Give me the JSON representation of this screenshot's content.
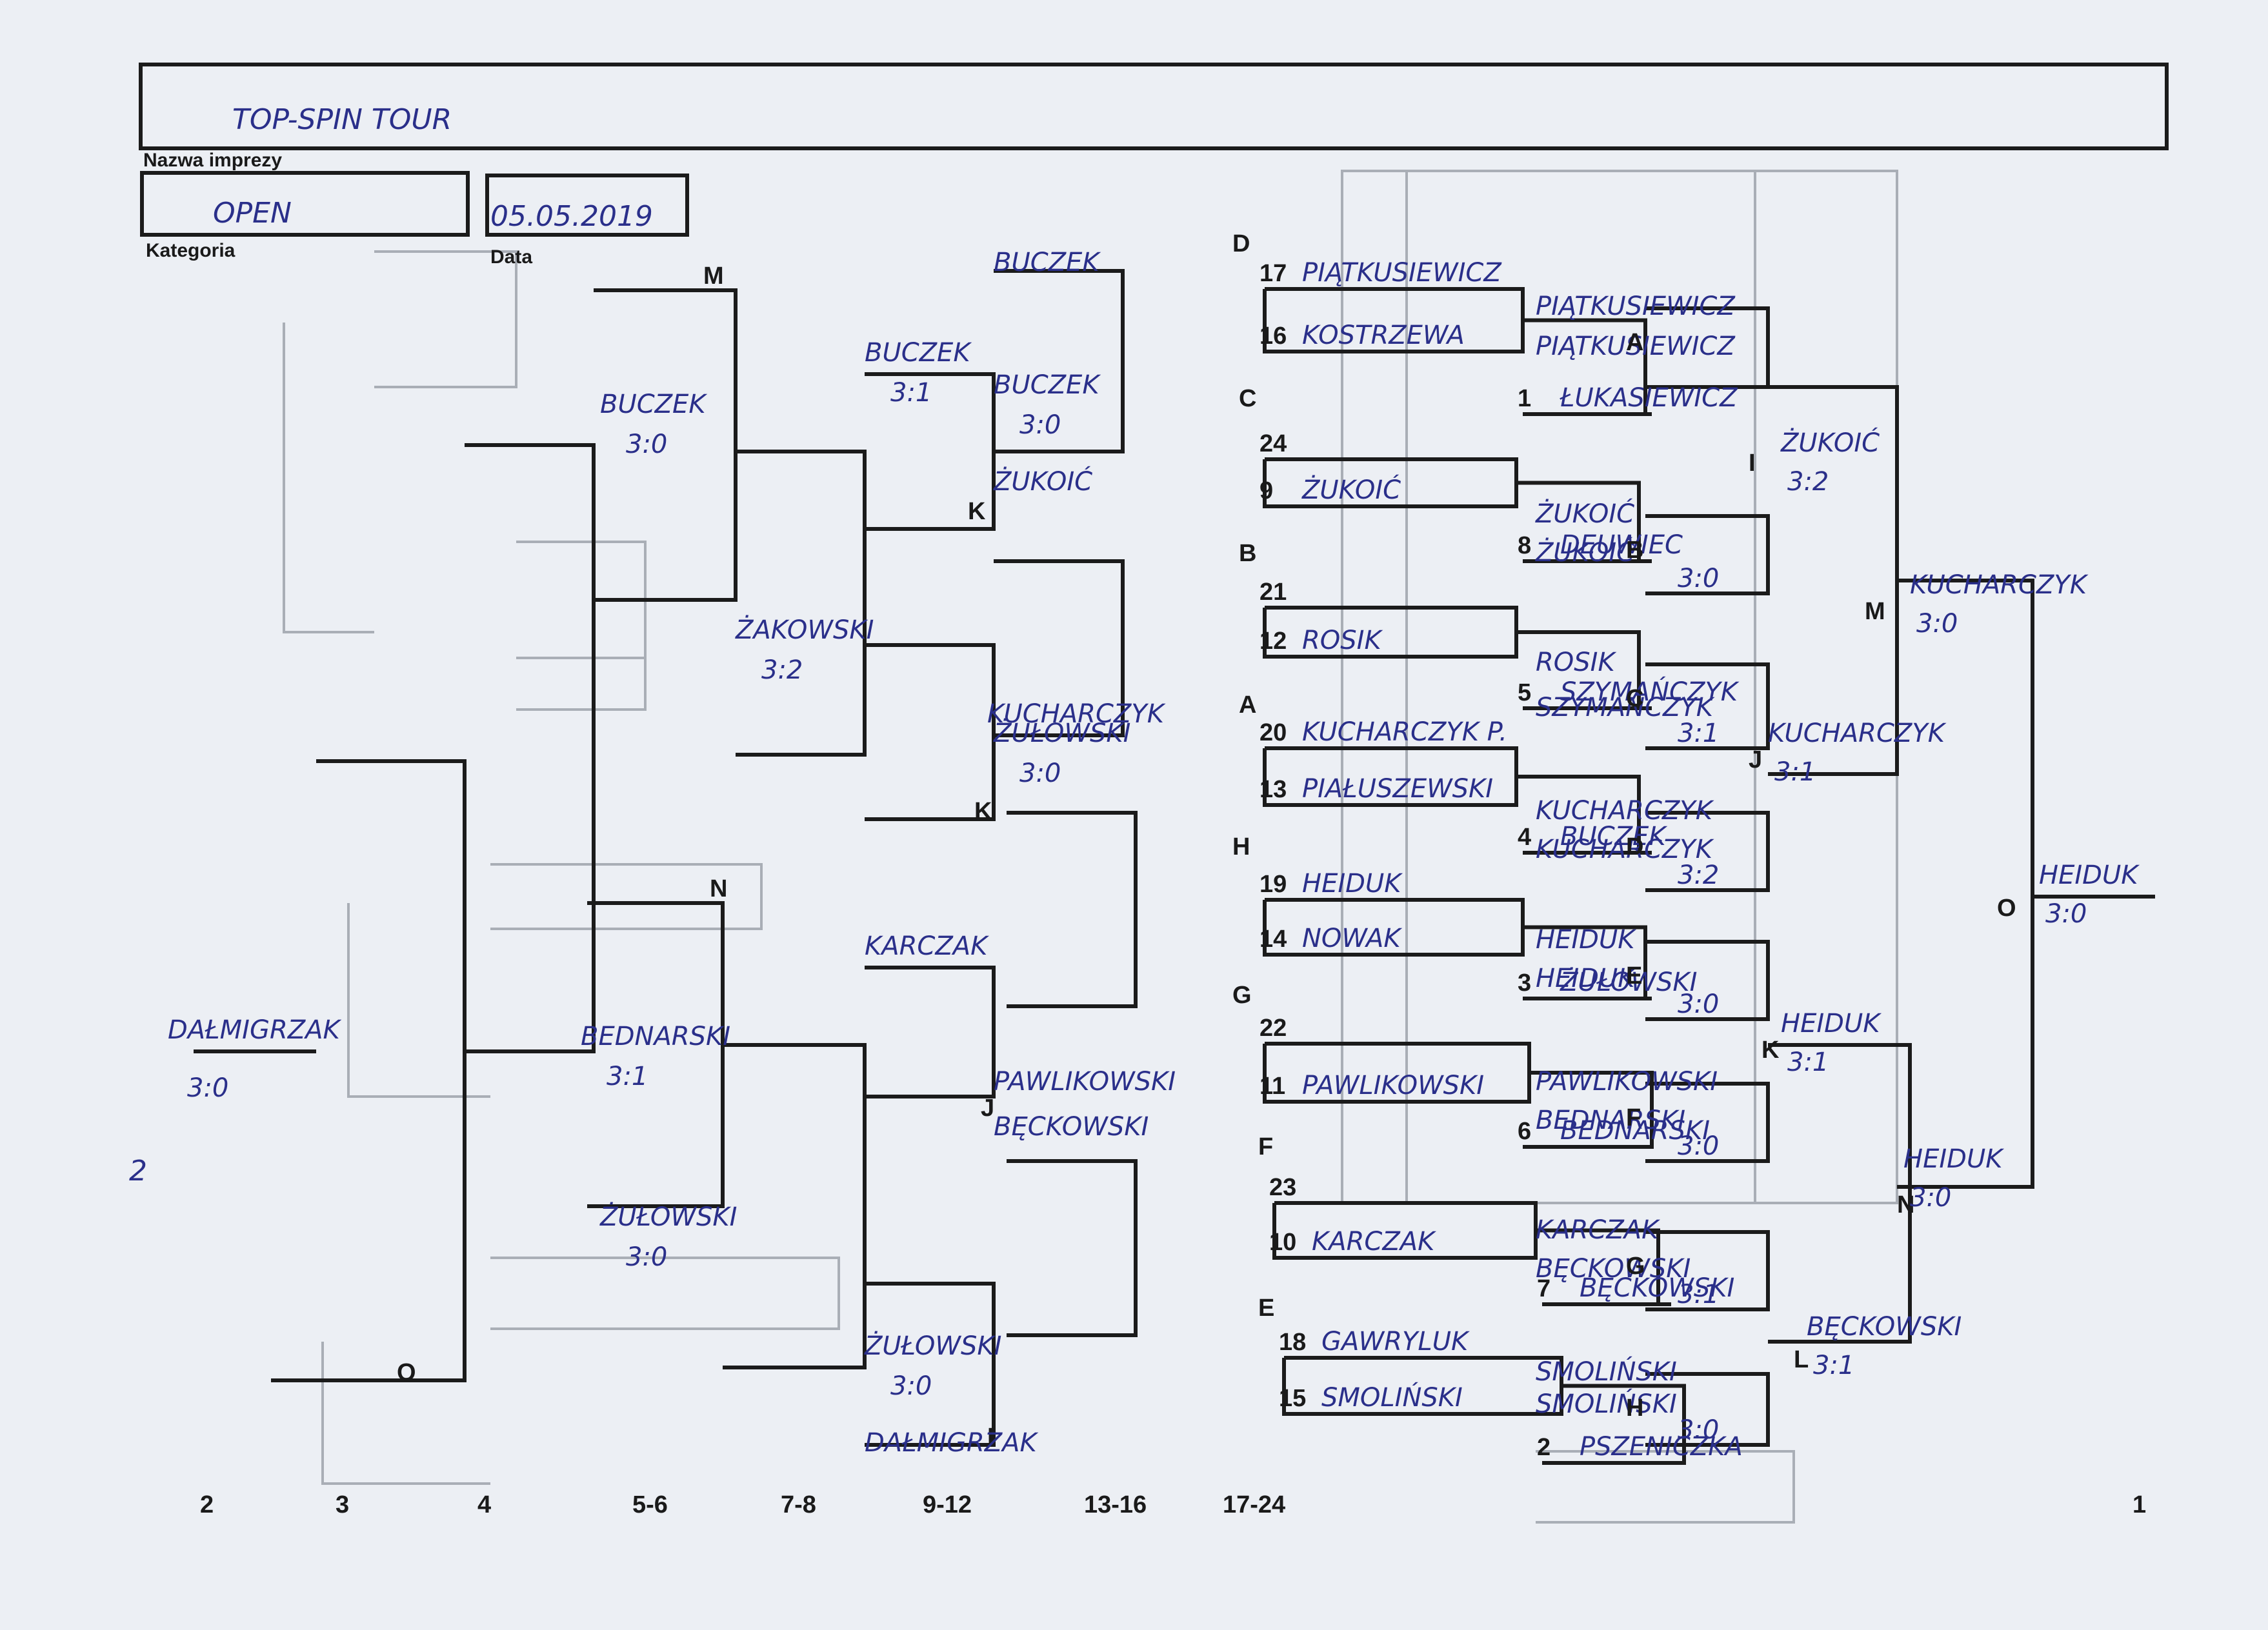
{
  "header": {
    "event_name": "TOP-SPIN TOUR",
    "event_name_label": "Nazwa imprezy",
    "category": "OPEN",
    "category_label": "Kategoria",
    "date": "05.05.2019",
    "date_label": "Data"
  },
  "places": [
    "2",
    "3",
    "4",
    "5-6",
    "7-8",
    "9-12",
    "13-16",
    "17-24",
    "1"
  ],
  "round1": [
    {
      "seed": "17",
      "name": "PIĄTKUSIEWICZ",
      "letter": ""
    },
    {
      "seed": "16",
      "name": "KOSTRZEWA",
      "letter": ""
    },
    {
      "seed": "1",
      "name": "ŁUKASIEWICZ",
      "letter": ""
    },
    {
      "seed": "24",
      "name": "",
      "letter": ""
    },
    {
      "seed": "9",
      "name": "ŻUKOIĆ",
      "letter": ""
    },
    {
      "seed": "8",
      "name": "DEUWIEC",
      "letter": ""
    },
    {
      "seed": "21",
      "name": "",
      "letter": ""
    },
    {
      "seed": "12",
      "name": "ROSIK",
      "letter": ""
    },
    {
      "seed": "5",
      "name": "SZYMAŃCZYK",
      "letter": ""
    },
    {
      "seed": "20",
      "name": "KUCHARCZYK P.",
      "letter": ""
    },
    {
      "seed": "13",
      "name": "PIAŁUSZEWSKI",
      "letter": ""
    },
    {
      "seed": "4",
      "name": "BUCZEK",
      "letter": ""
    },
    {
      "seed": "19",
      "name": "HEIDUK",
      "letter": ""
    },
    {
      "seed": "14",
      "name": "NOWAK",
      "letter": ""
    },
    {
      "seed": "3",
      "name": "ŻUŁOWSKI",
      "letter": ""
    },
    {
      "seed": "22",
      "name": "",
      "letter": ""
    },
    {
      "seed": "11",
      "name": "PAWLIKOWSKI",
      "letter": ""
    },
    {
      "seed": "6",
      "name": "BEDNARSKI",
      "letter": ""
    },
    {
      "seed": "23",
      "name": "",
      "letter": ""
    },
    {
      "seed": "10",
      "name": "KARCZAK",
      "letter": ""
    },
    {
      "seed": "7",
      "name": "BĘCKOWSKI",
      "letter": ""
    },
    {
      "seed": "18",
      "name": "GAWRYLUK",
      "letter": ""
    },
    {
      "seed": "15",
      "name": "SMOLIŃSKI",
      "letter": ""
    },
    {
      "seed": "2",
      "name": "PSZENICZKA",
      "letter": ""
    }
  ],
  "round2": [
    {
      "name": "PIĄTKUSIEWICZ",
      "score": ""
    },
    {
      "name": "PIĄTKUSIEWICZ",
      "score": ""
    },
    {
      "name": "ŻUKOIĆ",
      "score": ""
    },
    {
      "name": "ŻUKOIĆ",
      "score": "3:0"
    },
    {
      "name": "ROSIK",
      "score": ""
    },
    {
      "name": "SZYMAŃCZYK",
      "score": "3:1"
    },
    {
      "name": "KUCHARCZYK",
      "score": ""
    },
    {
      "name": "KUCHARCZYK",
      "score": "3:2"
    },
    {
      "name": "HEIDUK",
      "score": ""
    },
    {
      "name": "HEIDUK",
      "score": "3:0"
    },
    {
      "name": "PAWLIKOWSKI",
      "score": ""
    },
    {
      "name": "BEDNARSKI",
      "score": "3:0"
    },
    {
      "name": "KARCZAK",
      "score": ""
    },
    {
      "name": "BĘCKOWSKI",
      "score": "3:1"
    },
    {
      "name": "SMOLIŃSKI",
      "score": ""
    },
    {
      "name": "SMOLIŃSKI",
      "score": "3:0"
    }
  ],
  "winners": [
    {
      "name": "ŻUKOIĆ",
      "score": "3:2"
    },
    {
      "name": "KUCHARCZYK",
      "score": "3:0"
    },
    {
      "name": "KUCHARCZYK",
      "score": "3:1"
    },
    {
      "name": "HEIDUK",
      "score": "3:0"
    },
    {
      "name": "HEIDUK",
      "score": "3:1"
    },
    {
      "name": "HEIDUK",
      "score": "3:0"
    },
    {
      "name": "BĘCKOWSKI",
      "score": "3:1"
    }
  ],
  "losers": [
    {
      "name": "BUCZEK",
      "score": ""
    },
    {
      "name": "BUCZEK",
      "score": "3:0"
    },
    {
      "name": "BUCZEK",
      "score": "3:1"
    },
    {
      "name": "ŻUKOIĆ",
      "score": ""
    },
    {
      "name": "BUCZEK",
      "score": "3:0"
    },
    {
      "name": "ŻAKOWSKI",
      "score": "3:2"
    },
    {
      "name": "ŻUŁOWSKI",
      "score": "3:0"
    },
    {
      "name": "KUCHARCZYK",
      "score": ""
    },
    {
      "name": "ŻUŁOWSKI",
      "score": "3:0"
    },
    {
      "name": "KARCZAK",
      "score": ""
    },
    {
      "name": "BEDNARSKI",
      "score": "3:1"
    },
    {
      "name": "ŻUŁOWSKI",
      "score": "3:0"
    },
    {
      "name": "PAWLIKOWSKI",
      "score": ""
    },
    {
      "name": "BĘCKOWSKI",
      "score": ""
    },
    {
      "name": "DAŁMIGRZAK",
      "score": ""
    }
  ],
  "final_note": "2"
}
